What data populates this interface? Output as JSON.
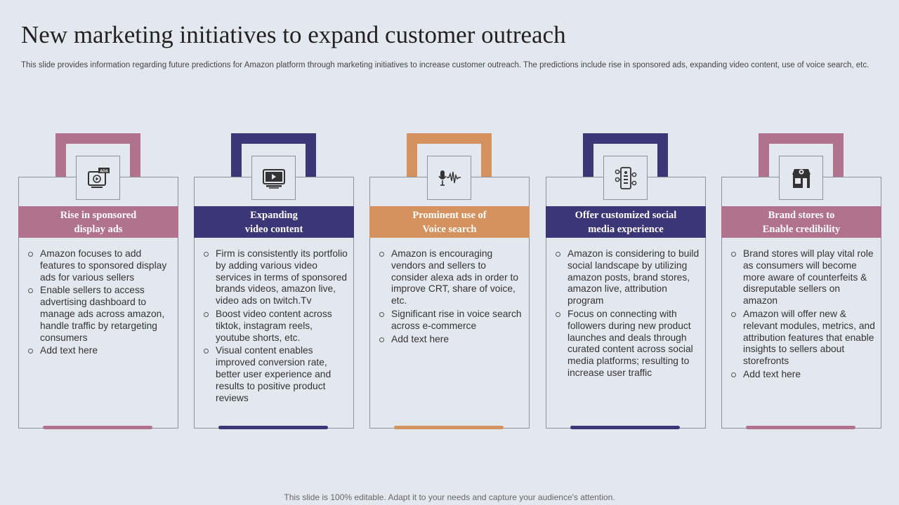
{
  "title": "New marketing initiatives to expand customer outreach",
  "subtitle": "This slide provides information regarding future predictions for Amazon platform through marketing initiatives to increase customer outreach. The predictions include rise in sponsored ads, expanding video content, use of voice search, etc.",
  "colors": {
    "mauve": "#b0728d",
    "navy": "#3b3675",
    "orange": "#d4925e"
  },
  "cards": [
    {
      "icon": "ads-video-icon",
      "color": "#b0728d",
      "header": "Rise in sponsored\ndisplay ads",
      "bullets": [
        "Amazon focuses to add features to sponsored display ads for various sellers",
        "Enable sellers to access advertising dashboard to manage ads across amazon, handle traffic by retargeting consumers",
        "Add text here"
      ]
    },
    {
      "icon": "video-monitor-icon",
      "color": "#3b3675",
      "header": "Expanding\nvideo content",
      "bullets": [
        "Firm is consistently its portfolio by adding various video services in terms of sponsored brands videos, amazon live, video ads on twitch.Tv",
        "Boost video content across tiktok, instagram reels, youtube shorts, etc.",
        "Visual content enables improved conversion rate, better user experience and results to positive product reviews"
      ]
    },
    {
      "icon": "microphone-icon",
      "color": "#d4925e",
      "header": "Prominent  use of\nVoice search",
      "bullets": [
        "Amazon is encouraging vendors and sellers to consider alexa ads in order to improve CRT, share of voice, etc.",
        "Significant rise in voice search across e-commerce",
        "Add text here"
      ]
    },
    {
      "icon": "mobile-network-icon",
      "color": "#3b3675",
      "header": "Offer customized  social\nmedia experience",
      "bullets": [
        "Amazon is considering to build social landscape by utilizing amazon posts, brand stores, amazon live, attribution program",
        "Focus on connecting with followers during new product launches and deals through curated content across social media platforms; resulting to increase user traffic"
      ]
    },
    {
      "icon": "store-icon",
      "color": "#b0728d",
      "header": "Brand stores to\nEnable credibility",
      "bullets": [
        "Brand stores will play vital role as consumers will become more aware of counterfeits & disreputable sellers on amazon",
        "Amazon will offer  new & relevant modules, metrics, and attribution features that enable insights to sellers about storefronts",
        "Add text here"
      ]
    }
  ],
  "footer": "This slide is 100% editable. Adapt it to your needs and capture your audience's attention."
}
